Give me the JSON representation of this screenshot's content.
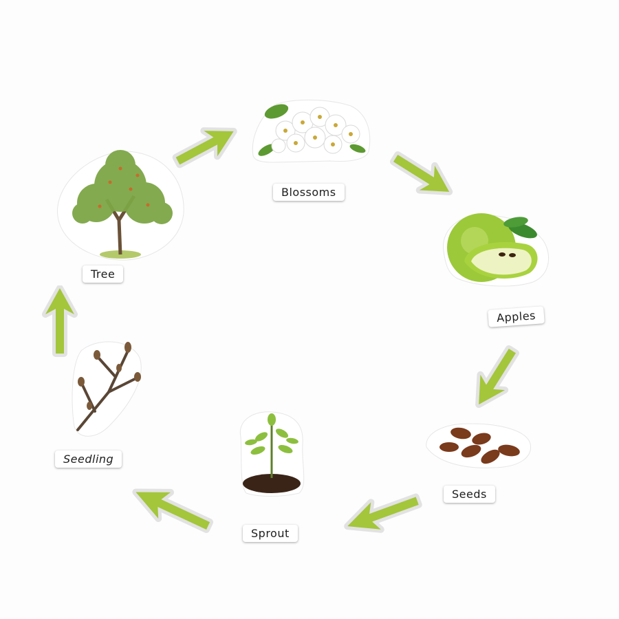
{
  "colors": {
    "arrow": "#a3c63a",
    "sticker": "#ffffff",
    "soil": "#3a2418",
    "leaf": "#8dbf3f",
    "seed": "#7a3a1c",
    "apple": "#a9d23f"
  },
  "stages": [
    {
      "label": "Blossoms",
      "icon": "blossoms-icon"
    },
    {
      "label": "Apples",
      "icon": "apples-icon"
    },
    {
      "label": "Seeds",
      "icon": "seeds-icon"
    },
    {
      "label": "Sprout",
      "icon": "sprout-icon"
    },
    {
      "label": "Seedling",
      "icon": "seedling-icon"
    },
    {
      "label": "Tree",
      "icon": "tree-icon"
    }
  ]
}
